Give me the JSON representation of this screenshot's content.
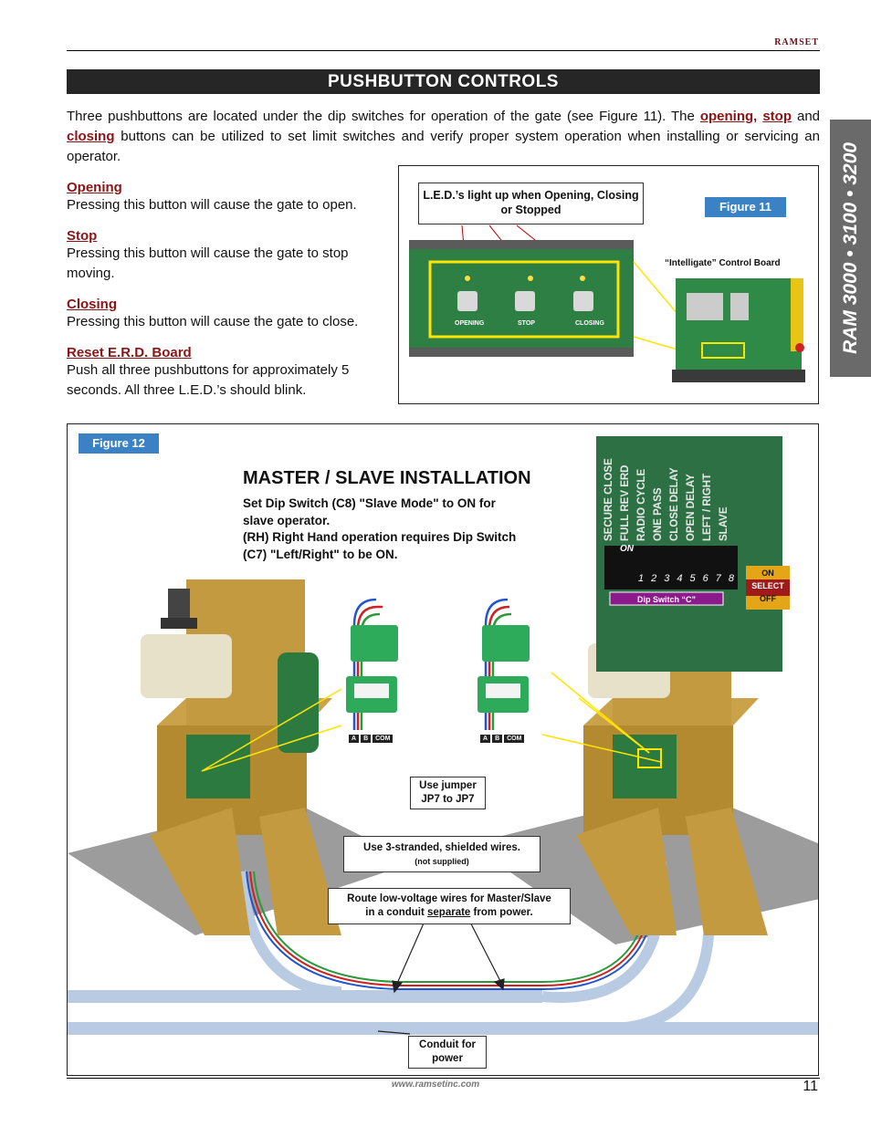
{
  "header": {
    "brand": "RAMSET",
    "banner_title": "PUSHBUTTON CONTROLS"
  },
  "side_tab": {
    "text": "RAM 3000 • 3100 • 3200",
    "color": "#6a6a6a"
  },
  "intro": {
    "part1": "Three pushbuttons are located under the dip switches for operation of the gate (see Figure 11). The ",
    "link_opening": "opening,",
    "link_stop": "stop",
    "and_word": " and ",
    "link_closing": "closing",
    "part2": " buttons can be utilized to set limit switches and verify proper system operation when installing or servicing an operator."
  },
  "buttons": [
    {
      "title": "Opening",
      "desc": "Pressing this button will cause the gate to open."
    },
    {
      "title": "Stop",
      "desc": "Pressing this button will cause the gate to stop moving."
    },
    {
      "title": "Closing",
      "desc": "Pressing this button will cause the gate to close."
    },
    {
      "title": "Reset E.R.D. Board",
      "desc": "Push all three pushbuttons for approximately 5 seconds.  All three L.E.D.’s should blink."
    }
  ],
  "figure11": {
    "label": "Figure 11",
    "callout": "L.E.D.’s light up when Opening, Closing or Stopped",
    "board_caption": "“Intelligate” Control Board",
    "btn_labels": [
      "OPENING",
      "STOP",
      "CLOSING"
    ]
  },
  "figure12": {
    "label": "Figure 12",
    "title": "MASTER / SLAVE INSTALLATION",
    "body": [
      "Set Dip Switch (C8) \"Slave Mode\" to ON for",
      "slave operator.",
      "(RH) Right Hand operation requires Dip Switch",
      "(C7) \"Left/Right\" to be ON."
    ],
    "dip_labels": [
      "SECURE CLOSE",
      "FULL REV ERD",
      "RADIO CYCLE",
      "ONE PASS",
      "CLOSE DELAY",
      "OPEN DELAY",
      "LEFT / RIGHT",
      "SLAVE"
    ],
    "dip_on": "ON",
    "dip_numbers": [
      "1",
      "2",
      "3",
      "4",
      "5",
      "6",
      "7",
      "8"
    ],
    "dip_caption": "Dip Switch “C”",
    "on_select_off": [
      "ON",
      "SELECT",
      "OFF"
    ],
    "terminal_labels": [
      "A",
      "B",
      "COM"
    ],
    "jumper": "Use jumper\nJP7 to JP7",
    "wires": "Use 3-stranded, shielded wires.",
    "wires_note": "(not supplied)",
    "route1": "Route low-voltage wires for Master/Slave",
    "route2a": "in a conduit ",
    "route2b": "separate",
    "route2c": " from power.",
    "conduit": "Conduit for\npower"
  },
  "footer": {
    "url": "www.ramsetinc.com",
    "page": "11"
  }
}
